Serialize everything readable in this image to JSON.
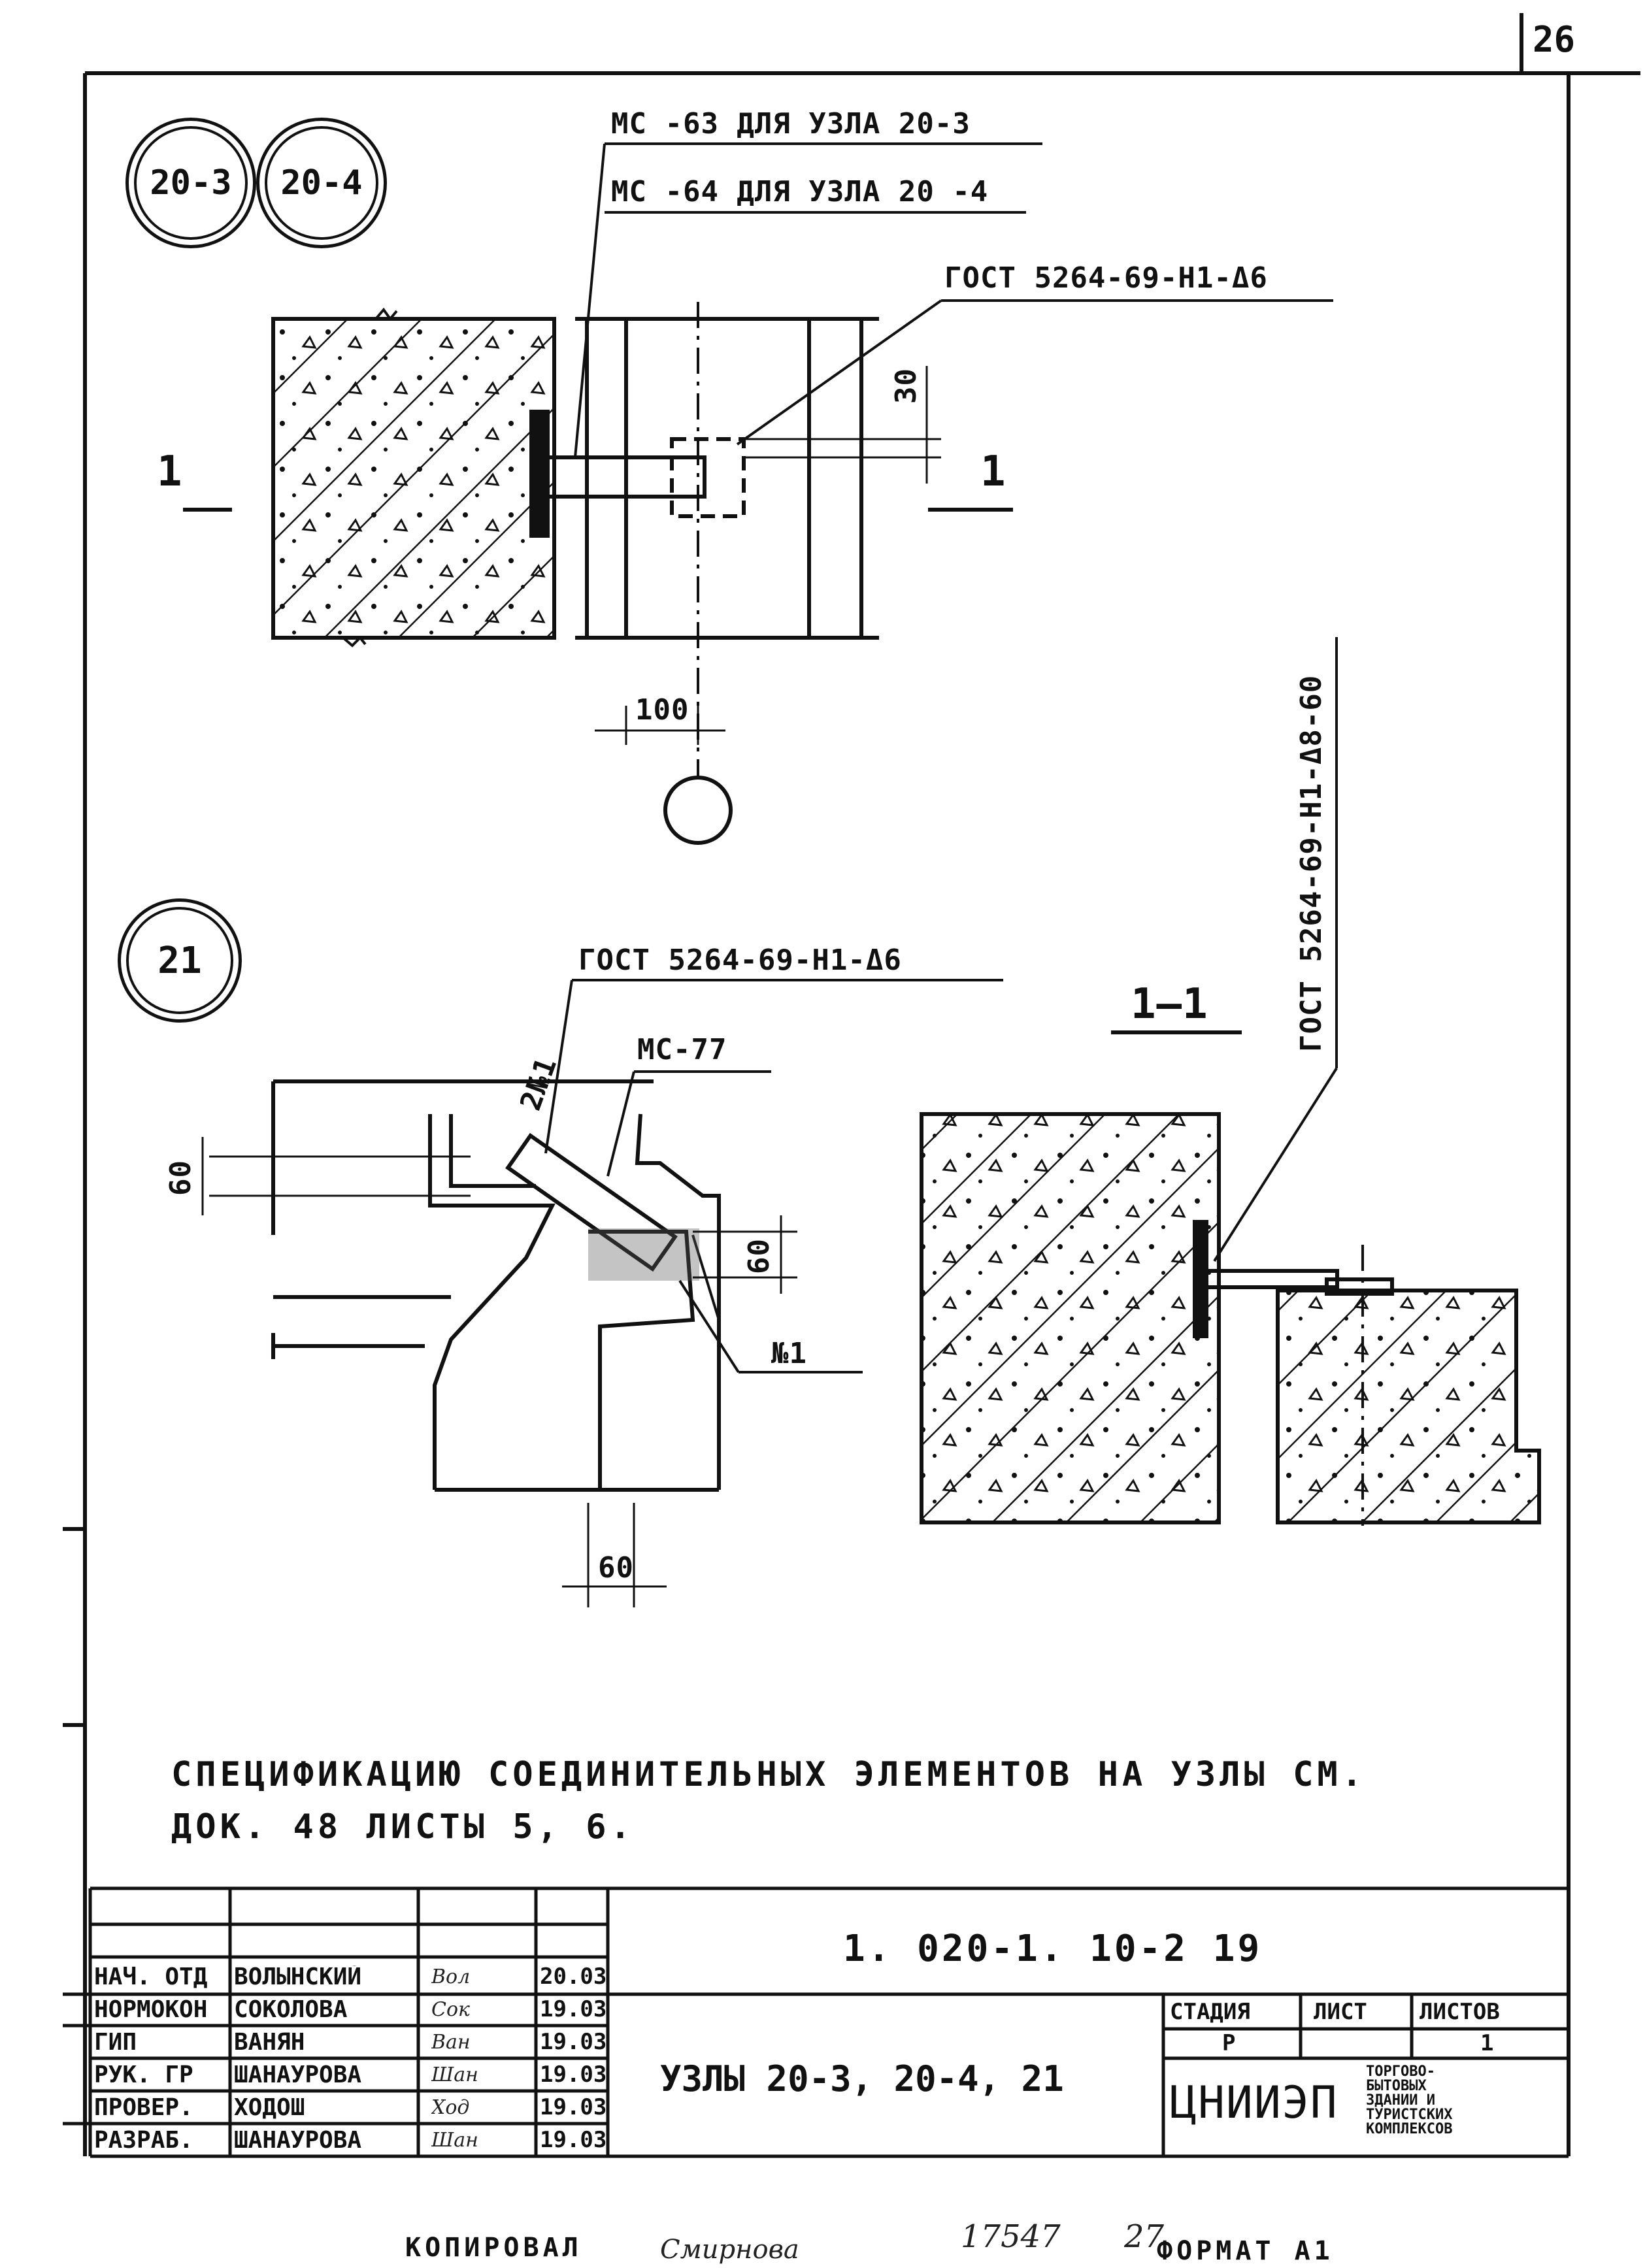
{
  "sheet": {
    "page_number": "26"
  },
  "node_a": {
    "badges": [
      "20-3",
      "20-4"
    ],
    "callouts": {
      "mc63": "МС -63 ДЛЯ УЗЛА 20-3",
      "mc64": "МС -64 ДЛЯ УЗЛА 20 -4",
      "gost": "ГОСТ 5264-69-Н1-Δ6"
    },
    "dims": {
      "vertical": "30",
      "horizontal": "100"
    },
    "section_marks": [
      "1",
      "1"
    ]
  },
  "node_b": {
    "badge": "21",
    "callouts": {
      "gost": "ГОСТ 5264-69-Н1-Δ6",
      "mc77": "МС-77",
      "weld2": "2№1",
      "weld1": "№1"
    },
    "dims": {
      "left": "60",
      "right": "60",
      "bottom": "60"
    }
  },
  "section_1_1": {
    "title": "1—1",
    "gost": "ГОСТ 5264-69-Н1-Δ8-60"
  },
  "note": {
    "line1": "СПЕЦИФИКАЦИЮ СОЕДИНИТЕЛЬНЫХ ЭЛЕМЕНТОВ НА УЗЛЫ СМ.",
    "line2": "ДОК. 48 ЛИСТЫ 5, 6."
  },
  "title_block": {
    "doc_code": "1. 020-1. 10-2  19",
    "drawing_title": "УЗЛЫ 20-3, 20-4, 21",
    "org": "ЦНИИЭП",
    "org_sub": [
      "ТОРГОВО-",
      "БЫТОВЫХ",
      "ЗДАНИЙ И",
      "ТУРИСТСКИХ",
      "КОМПЛЕКСОВ"
    ],
    "stage_header": "СТАДИЯ",
    "sheet_header": "ЛИСТ",
    "sheets_header": "ЛИСТОВ",
    "stage": "Р",
    "sheet": "",
    "sheets": "1",
    "staff": [
      {
        "role": "НАЧ. ОТД",
        "name": "ВОЛЫНСКИЙ",
        "sign": "Вол",
        "date": "20.03"
      },
      {
        "role": "НОРМОКОН",
        "name": "СОКОЛОВА",
        "sign": "Сок",
        "date": "19.03"
      },
      {
        "role": "ГИП",
        "name": "ВАНЯН",
        "sign": "Ван",
        "date": "19.03"
      },
      {
        "role": "РУК. ГР",
        "name": "ШАНАУРОВА",
        "sign": "Шан",
        "date": "19.03"
      },
      {
        "role": "ПРОВЕР.",
        "name": "ХОДОШ",
        "sign": "Ход",
        "date": "19.03"
      },
      {
        "role": "РАЗРАБ.",
        "name": "ШАНАУРОВА",
        "sign": "Шан",
        "date": "19.03"
      }
    ]
  },
  "footer": {
    "copied_label": "КОПИРОВАЛ",
    "copied_by": "Смирнова",
    "number": "17547",
    "number2": "27",
    "format_label": "ФОРМАТ А1"
  }
}
